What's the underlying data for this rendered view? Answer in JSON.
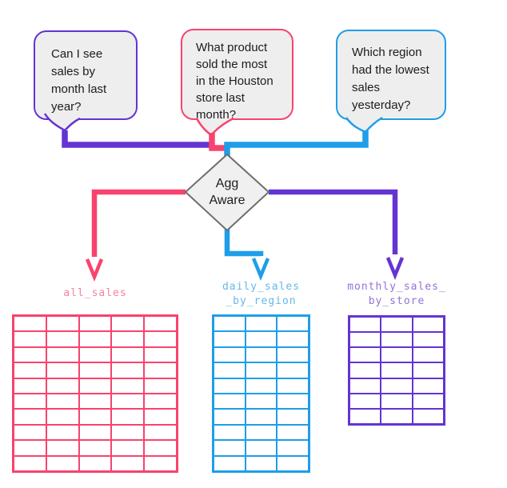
{
  "bubbles": [
    {
      "id": "question-monthly-sales",
      "text": "Can I see\nsales by\nmonth last\nyear?",
      "color": "#6434d2"
    },
    {
      "id": "question-houston-product",
      "text": "What product\nsold the most\nin the Houston\nstore last\nmonth?",
      "color": "#f8436e"
    },
    {
      "id": "question-lowest-region",
      "text": "Which region\nhad the lowest\nsales\nyesterday?",
      "color": "#1e9ee9"
    }
  ],
  "diamond": {
    "label": "Agg\nAware",
    "fill": "#f1f0f0",
    "border": "#6e6e6e"
  },
  "tables": [
    {
      "name": "all_sales",
      "label": "all_sales",
      "rows": 10,
      "cols": 5,
      "color": "#f8436e",
      "label_color": "#f484a0"
    },
    {
      "name": "daily_sales_by_region",
      "label": "daily_sales\n_by_region",
      "rows": 10,
      "cols": 3,
      "color": "#1e9ee9",
      "label_color": "#66b7eb"
    },
    {
      "name": "monthly_sales_by_store",
      "label": "monthly_sales_\nby_store",
      "rows": 7,
      "cols": 3,
      "color": "#6434d2",
      "label_color": "#9472d8"
    }
  ],
  "colors": {
    "purple": "#6434d2",
    "pink": "#f8436e",
    "blue": "#1e9ee9",
    "light_purple": "#9472d8",
    "light_pink": "#f484a0",
    "light_blue": "#66b7eb",
    "bubble_fill": "#efeeee",
    "diamond_fill": "#f1f0f0",
    "diamond_border": "#6e6e6e",
    "text": "#1c1c1c",
    "background": "#ffffff"
  }
}
